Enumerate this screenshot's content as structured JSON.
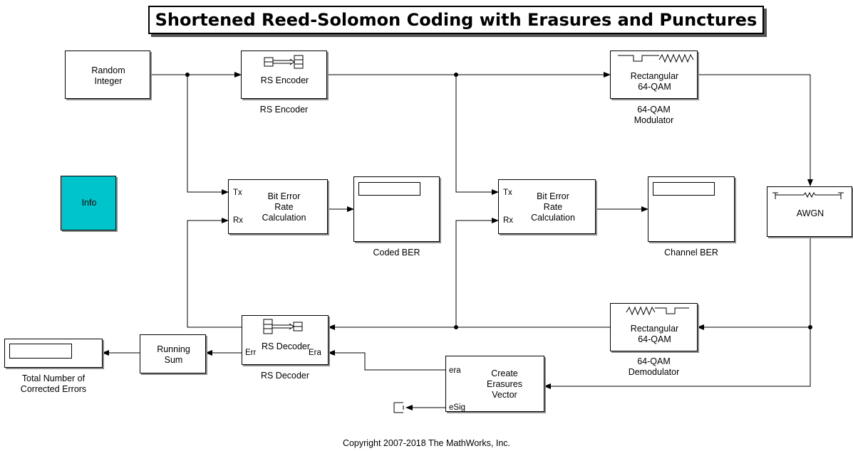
{
  "title": "Shortened Reed-Solomon Coding with Erasures and Punctures",
  "blocks": {
    "random_integer": {
      "label": "Random\nInteger"
    },
    "rs_encoder": {
      "label": "RS Encoder",
      "caption": "RS Encoder"
    },
    "qam_mod": {
      "label": "Rectangular\n64-QAM",
      "caption": "64-QAM\nModulator"
    },
    "info": {
      "label": "Info"
    },
    "ber_coded": {
      "label": "Bit Error\nRate\nCalculation",
      "port_tx": "Tx",
      "port_rx": "Rx"
    },
    "coded_ber": {
      "caption": "Coded BER"
    },
    "ber_channel": {
      "label": "Bit Error\nRate\nCalculation",
      "port_tx": "Tx",
      "port_rx": "Rx"
    },
    "channel_ber": {
      "caption": "Channel BER"
    },
    "awgn": {
      "label": "AWGN"
    },
    "qam_demod": {
      "label": "Rectangular\n64-QAM",
      "caption": "64-QAM\nDemodulator"
    },
    "rs_decoder": {
      "label": "RS Decoder",
      "caption": "RS Decoder",
      "port_err": "Err",
      "port_era": "Era"
    },
    "running_sum": {
      "label": "Running\nSum"
    },
    "total_errors": {
      "caption": "Total Number of\nCorrected Errors"
    },
    "erasures": {
      "label": "Create\nErasures\nVector",
      "port_era": "era",
      "port_esig": "eSig"
    }
  },
  "copyright": "Copyright 2007-2018 The MathWorks, Inc."
}
